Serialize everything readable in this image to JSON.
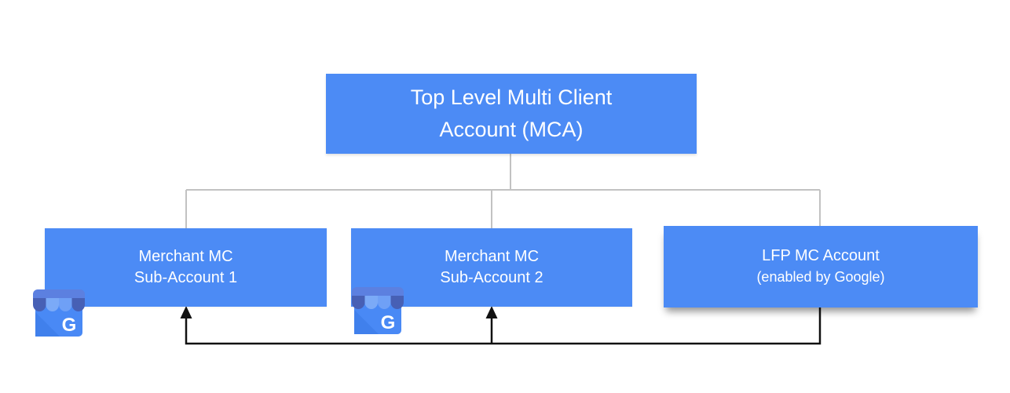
{
  "page": {
    "background": "#ffffff"
  },
  "colors": {
    "node_fill": "#4C8BF5",
    "node_text": "#FFFFFF",
    "tree_line": "#C2C2C2",
    "flow_line": "#111111",
    "gmb_body": "#4989F5",
    "gmb_fold": "#4080EC",
    "gmb_band": "#5C80E0",
    "gmb_dark_stripe": "#4760B5",
    "gmb_light_stripe_a": "#7BAAF7",
    "gmb_light_stripe_b": "#6FA0F6"
  },
  "nodes": {
    "mca": {
      "line1": "Top Level Multi Client",
      "line2": "Account (MCA)"
    },
    "sub1": {
      "line1": "Merchant MC",
      "line2": "Sub-Account 1"
    },
    "sub2": {
      "line1": "Merchant MC",
      "line2": "Sub-Account 2"
    },
    "lfp": {
      "line1": "LFP MC Account",
      "line2": "(enabled by Google)"
    }
  },
  "icons": {
    "gmb_letter": "G"
  },
  "edges": {
    "tree": [
      {
        "from": "mca",
        "to": "sub1",
        "style": "plain-gray"
      },
      {
        "from": "mca",
        "to": "sub2",
        "style": "plain-gray"
      },
      {
        "from": "mca",
        "to": "lfp",
        "style": "plain-gray"
      }
    ],
    "flow": [
      {
        "from": "lfp",
        "to": "sub1",
        "style": "black-arrow"
      },
      {
        "from": "lfp",
        "to": "sub2",
        "style": "black-arrow"
      }
    ]
  }
}
